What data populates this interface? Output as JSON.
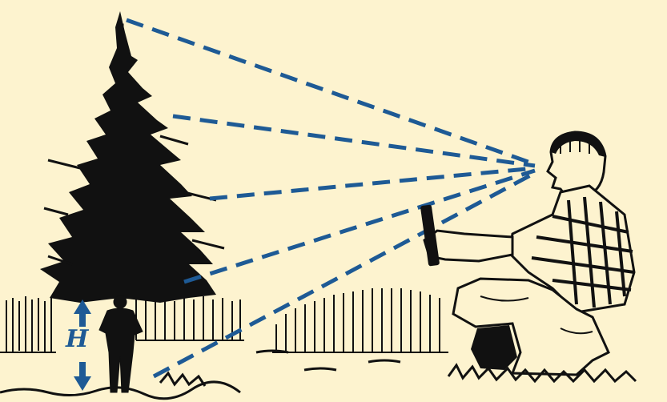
{
  "diagram": {
    "height_label": "H",
    "colors": {
      "background": "#fdf3cf",
      "ink": "#111111",
      "sight_lines": "#1e5a95",
      "arrow": "#1e5a95"
    },
    "elements": [
      "spruce-tree",
      "reference-person-at-tree",
      "kneeling-observer-with-stick",
      "sight-lines",
      "height-arrow",
      "picket-fence",
      "grass"
    ]
  }
}
